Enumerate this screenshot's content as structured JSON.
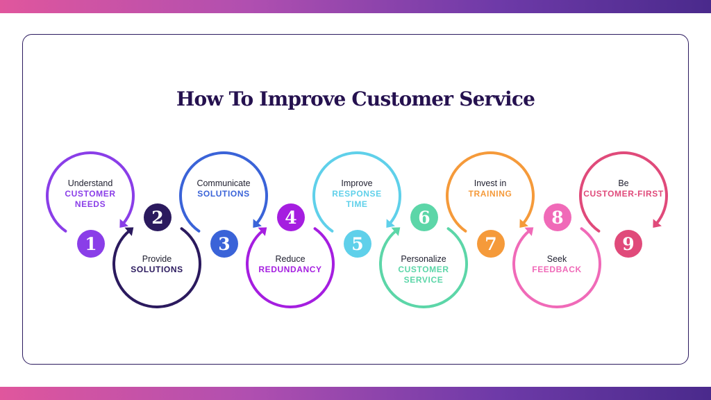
{
  "title": "How To Improve Customer Service",
  "steps": [
    {
      "number": "1",
      "line1": "Understand",
      "line2": "CUSTOMER",
      "line3": "NEEDS",
      "color": "#8a3ee8"
    },
    {
      "number": "2",
      "line1": "Provide",
      "line2": "SOLUTIONS",
      "line3": "",
      "color": "#2b1a5e"
    },
    {
      "number": "3",
      "line1": "Communicate",
      "line2": "SOLUTIONS",
      "line3": "",
      "color": "#3a63d8"
    },
    {
      "number": "4",
      "line1": "Reduce",
      "line2": "REDUNDANCY",
      "line3": "",
      "color": "#a51ee0"
    },
    {
      "number": "5",
      "line1": "Improve",
      "line2": "RESPONSE",
      "line3": "TIME",
      "color": "#5fd0ea"
    },
    {
      "number": "6",
      "line1": "Personalize",
      "line2": "CUSTOMER",
      "line3": "SERVICE",
      "color": "#5cd6a8"
    },
    {
      "number": "7",
      "line1": "Invest in",
      "line2": "TRAINING",
      "line3": "",
      "color": "#f59a3a"
    },
    {
      "number": "8",
      "line1": "Seek",
      "line2": "FEEDBACK",
      "line3": "",
      "color": "#f06ab8"
    },
    {
      "number": "9",
      "line1": "Be",
      "line2": "CUSTOMER-FIRST",
      "line3": "",
      "color": "#e04a7a"
    }
  ]
}
